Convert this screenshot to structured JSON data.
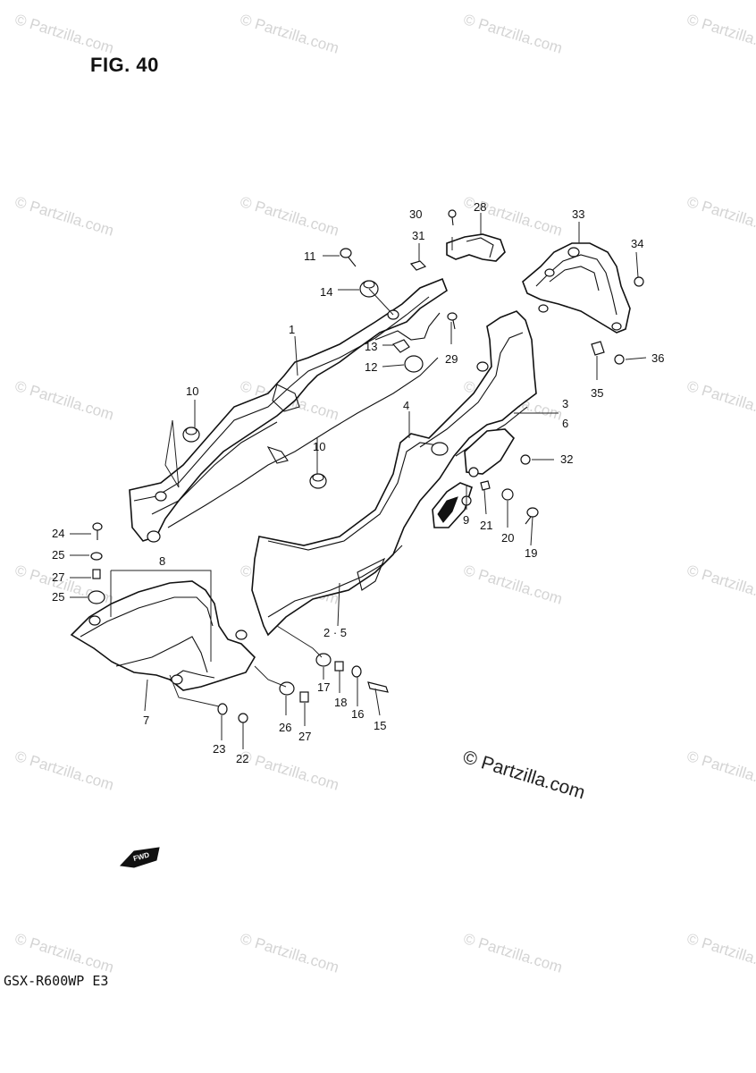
{
  "figure": {
    "title": "FIG. 40",
    "model": "GSX-R600WP  E3"
  },
  "copyright": "© Partzilla.com",
  "watermark": "© Partzilla.com",
  "fwd_label": "FWD",
  "callouts": [
    "1",
    "2 · 5",
    "3",
    "6",
    "4",
    "7",
    "8",
    "9",
    "10",
    "10",
    "11",
    "12",
    "13",
    "14",
    "15",
    "16",
    "17",
    "18",
    "19",
    "20",
    "21",
    "22",
    "23",
    "24",
    "25",
    "25",
    "26",
    "27",
    "27",
    "28",
    "29",
    "30",
    "31",
    "32",
    "33",
    "34",
    "35",
    "36"
  ]
}
